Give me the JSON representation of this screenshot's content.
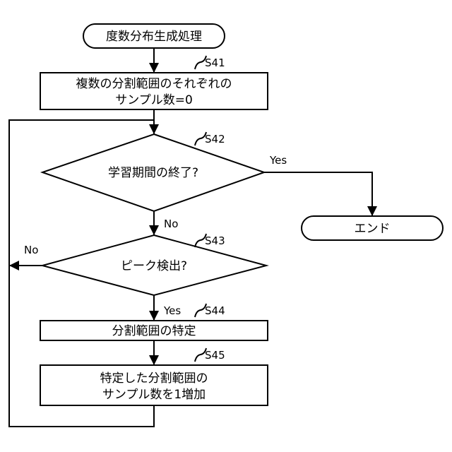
{
  "nodes": {
    "start": {
      "text": "度数分布生成処理"
    },
    "init": {
      "line1": "複数の分割範囲のそれぞれの",
      "line2": "サンプル数=0",
      "step": "S41"
    },
    "decision_period": {
      "text": "学習期間の終了?",
      "step": "S42",
      "yes": "Yes",
      "no": "No"
    },
    "end": {
      "text": "エンド"
    },
    "decision_peak": {
      "text": "ピーク検出?",
      "step": "S43",
      "yes": "Yes",
      "no": "No"
    },
    "identify": {
      "text": "分割範囲の特定",
      "step": "S44"
    },
    "increment": {
      "line1": "特定した分割範囲の",
      "line2": "サンプル数を1増加",
      "step": "S45"
    }
  }
}
